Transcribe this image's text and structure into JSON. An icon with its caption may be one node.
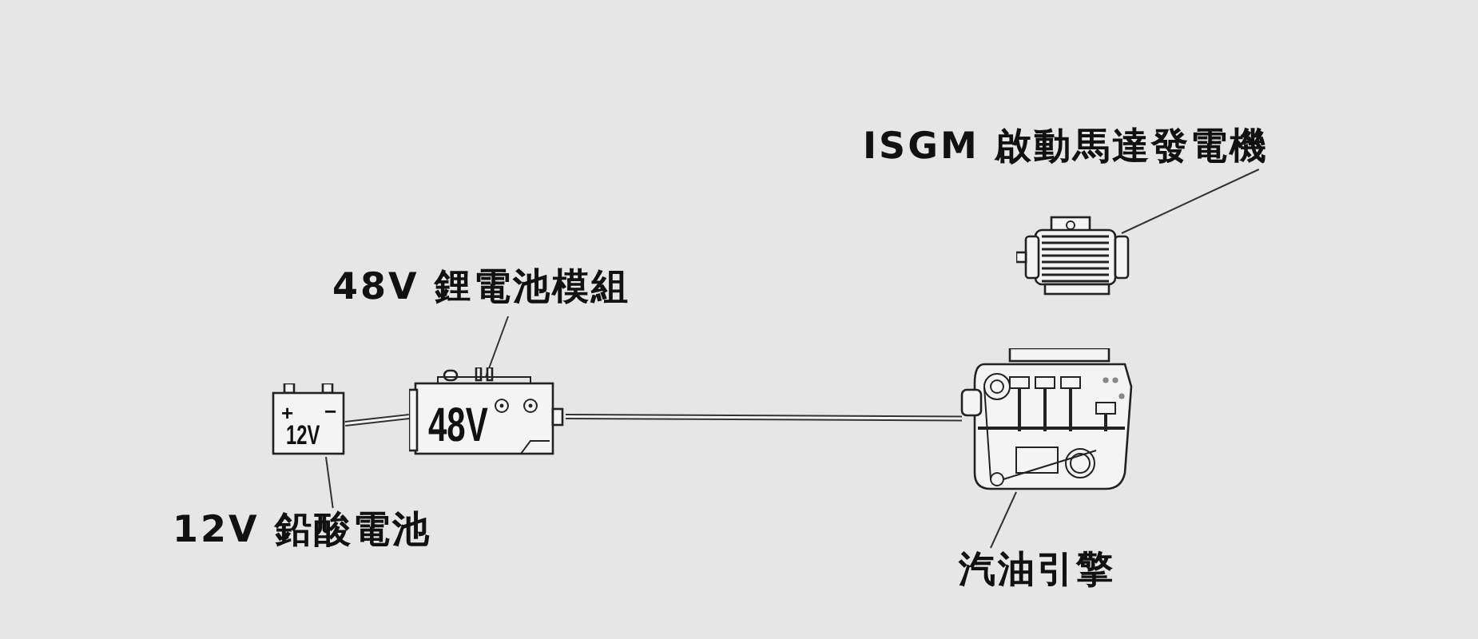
{
  "diagram": {
    "nodes": [
      {
        "text": [
          "ISGM 啟動馬達發電機"
        ]
      },
      {
        "text": [],
        "shape": "picture"
      },
      {
        "text": [
          "48V 鋰電池模組"
        ]
      },
      {
        "text": [
          "48V"
        ]
      },
      {
        "text": [
          "+",
          "−",
          "12V"
        ]
      },
      {
        "text": [
          "12V 鉛酸電池"
        ]
      },
      {
        "text": [],
        "shape": "picture"
      },
      {
        "text": [
          "汽油引擎"
        ]
      }
    ],
    "edges": [
      {
        "from": 0,
        "to": 1,
        "arrow": "none"
      },
      {
        "from": 2,
        "to": 3,
        "arrow": "none"
      },
      {
        "from": 5,
        "to": 4,
        "arrow": "none"
      },
      {
        "from": 7,
        "to": 6,
        "arrow": "none"
      },
      {
        "from": 4,
        "to": 3,
        "arrow": "none",
        "style": "thick"
      },
      {
        "from": 3,
        "to": 6,
        "arrow": "none",
        "style": "thick"
      }
    ]
  }
}
